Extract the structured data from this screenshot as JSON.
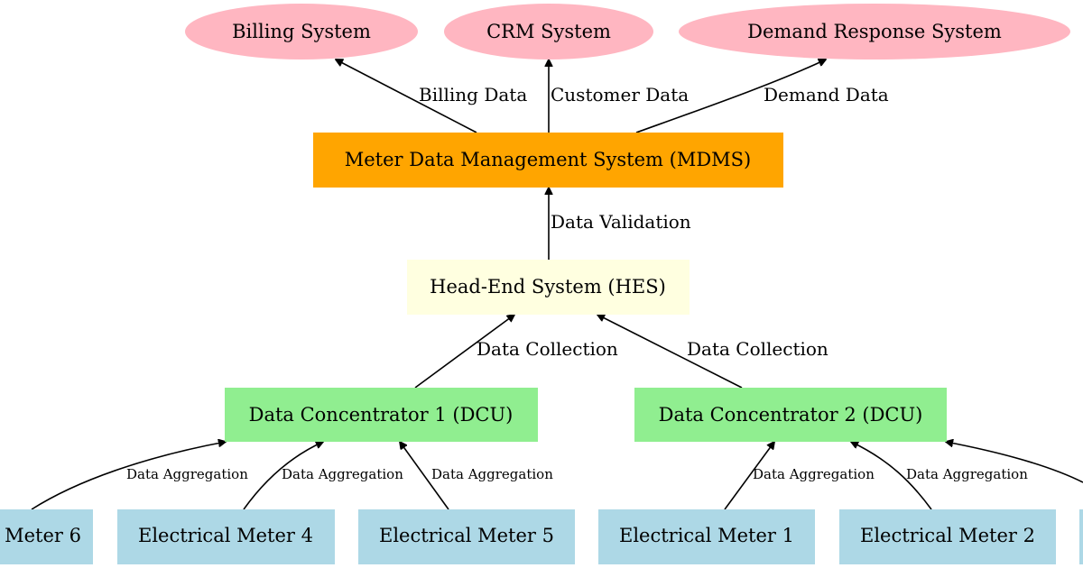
{
  "colors": {
    "external": "#ffb6c1",
    "mdms": "#ffa500",
    "hes": "#ffffe0",
    "dcu": "#90ee90",
    "meter": "#add8e6",
    "edge": "#000000"
  },
  "nodes": {
    "billing": "Billing System",
    "crm": "CRM System",
    "demand_response": "Demand Response System",
    "mdms": "Meter Data Management System (MDMS)",
    "hes": "Head-End System (HES)",
    "dcu1": "Data Concentrator 1 (DCU)",
    "dcu2": "Data Concentrator 2 (DCU)",
    "meter6": "Meter 6",
    "meter4": "Electrical Meter 4",
    "meter5": "Electrical Meter 5",
    "meter1": "Electrical Meter 1",
    "meter2": "Electrical Meter 2"
  },
  "edges": {
    "billing_data": "Billing Data",
    "customer_data": "Customer Data",
    "demand_data": "Demand Data",
    "data_validation": "Data Validation",
    "data_collection_1": "Data Collection",
    "data_collection_2": "Data Collection",
    "aggregation_m6": "Data Aggregation",
    "aggregation_m4": "Data Aggregation",
    "aggregation_m5": "Data Aggregation",
    "aggregation_m1": "Data Aggregation",
    "aggregation_m2": "Data Aggregation"
  }
}
